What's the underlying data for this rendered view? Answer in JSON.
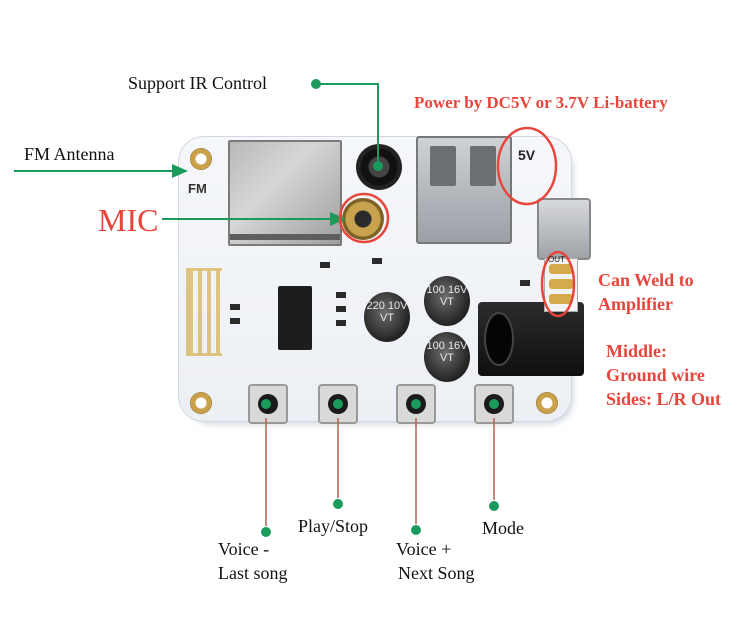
{
  "labels": {
    "ir_control": "Support IR Control",
    "power": "Power by DC5V or 3.7V Li-battery",
    "fm_antenna": "FM Antenna",
    "mic": "MIC",
    "weld_line1": "Can Weld to",
    "weld_line2": "Amplifier",
    "middle_line1": "Middle:",
    "middle_line2": "Ground wire",
    "middle_line3": "Sides: L/R Out",
    "play_stop": "Play/Stop",
    "mode": "Mode",
    "voice_minus_line1": "Voice -",
    "voice_minus_line2": "Last song",
    "voice_plus_line1": "Voice +",
    "voice_plus_line2": "Next Song"
  },
  "board_marks": {
    "fm": "FM",
    "five_v": "5V",
    "out": "OUT",
    "cap1": "220 10V VT",
    "cap2": "100 16V VT",
    "cap3": "100 16V VT"
  },
  "colors": {
    "accent_red": "#e8463c",
    "annotation_green": "#1a9b5c",
    "leader_brown": "#b5634a"
  }
}
